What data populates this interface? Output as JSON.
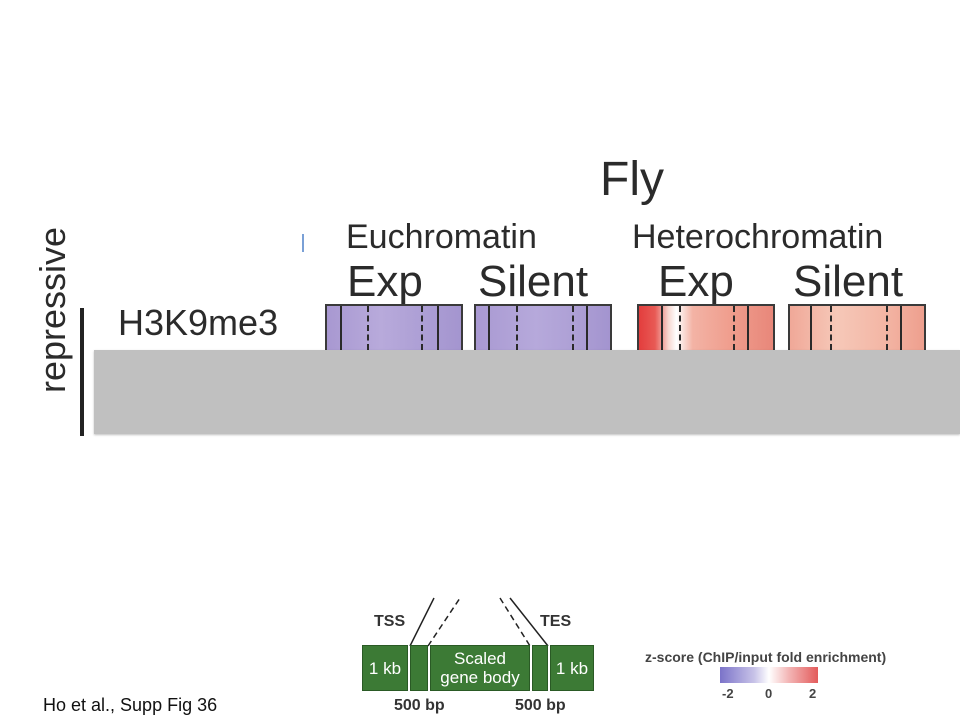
{
  "figure": {
    "title": "Fly",
    "side_label": "repressive",
    "mark_label": "H3K9me3",
    "groups": [
      {
        "label": "Euchromatin",
        "subs": [
          "Exp",
          "Silent"
        ]
      },
      {
        "label": "Heterochromatin",
        "subs": [
          "Exp",
          "Silent"
        ]
      }
    ],
    "heatmap_colors": {
      "euchromatin_exp": "#b1a3d6",
      "euchromatin_silent": "#b2a4d7",
      "heterochromatin_exp": "#ef9a8c",
      "heterochromatin_silent": "#f3b8a6"
    }
  },
  "schematic": {
    "tss": "TSS",
    "tes": "TES",
    "left_kb": "1 kb",
    "right_kb": "1 kb",
    "scaled_line1": "Scaled",
    "scaled_line2": "gene body",
    "bp_left": "500 bp",
    "bp_right": "500 bp",
    "box_color": "#3c7a35"
  },
  "legend": {
    "title": "z-score (ChIP/input fold enrichment)",
    "ticks": [
      "-2",
      "0",
      "2"
    ]
  },
  "caption": "Ho et al., Supp Fig 36"
}
